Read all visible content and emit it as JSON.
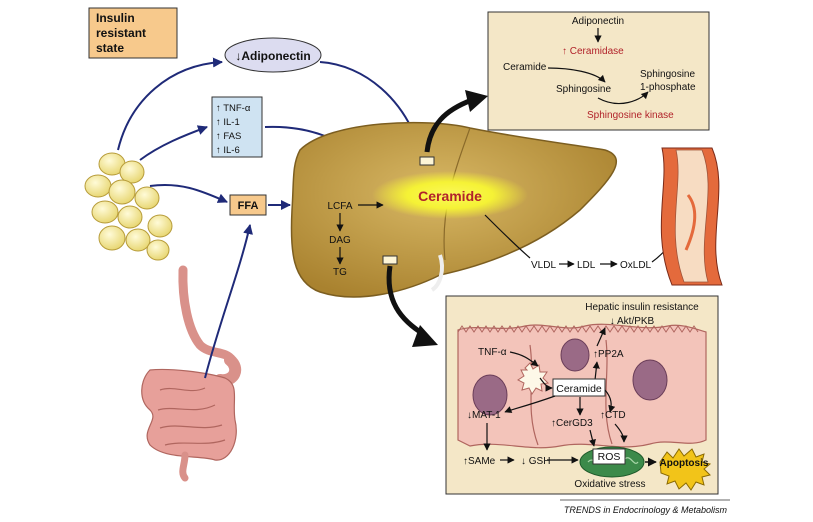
{
  "state_box": {
    "line1": "Insulin",
    "line2": "resistant",
    "line3": "state"
  },
  "adiponectin": "↓Adiponectin",
  "cytokines": [
    "↑  TNF-α",
    "↑  IL-1",
    "↑  FAS",
    "↑  IL-6"
  ],
  "ffa": "FFA",
  "liver": {
    "ceramide": "Ceramide",
    "lcfa": "LCFA",
    "dag": "DAG",
    "tg": "TG"
  },
  "lipoproteins": {
    "vldl": "VLDL",
    "ldl": "LDL",
    "oxldl": "OxLDL"
  },
  "top_panel": {
    "adiponectin": "Adiponectin",
    "ceramidase": "↑ Ceramidase",
    "ceramide": "Ceramide",
    "sphingosine": "Sphingosine",
    "s1p_line1": "Sphingosine",
    "s1p_line2": "1-phosphate",
    "kinase": "Sphingosine kinase"
  },
  "bottom_panel": {
    "title": "Hepatic insulin resistance",
    "akt": "↓ Akt/PKB",
    "pp2a": "↑PP2A",
    "tnf": "TNF-α",
    "ceramide": "Ceramide",
    "mat1": "↓MAT-1",
    "cergd3": "↑CerGD3",
    "ctd": "↑CTD",
    "same": "↑SAMe",
    "gsh": "↓ GSH",
    "ros": "ROS",
    "apoptosis": "Apoptosis",
    "oxidative": "Oxidative stress"
  },
  "credit": "TRENDS in Endocrinology & Metabolism",
  "colors": {
    "state_box": "#f7c98c",
    "top_panel": "#f4e7c7",
    "liver": "#c9a24a",
    "ceramide_glow": "#f5f235",
    "arrow_blue": "#1f2a78",
    "cytokine_box": "#cfe3f2",
    "adipo_ellipse": "#dcdcf0",
    "cell": "#f3c4ba",
    "nucleus": "#9a6a86",
    "mito": "#3c8a4a",
    "apoptosis": "#f2c419",
    "red_text": "#b1222a"
  }
}
